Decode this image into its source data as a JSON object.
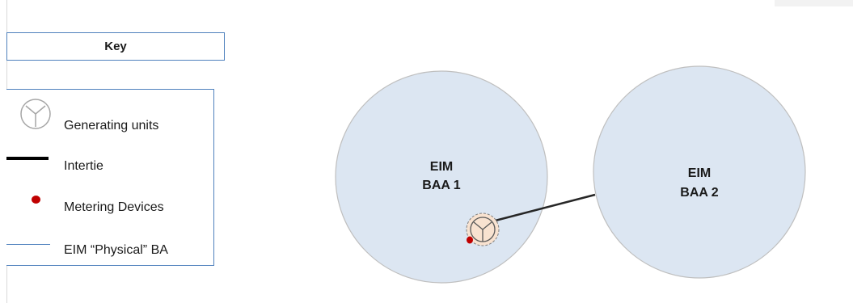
{
  "key": {
    "title": "Key",
    "items": [
      {
        "icon": "generating-unit-icon",
        "label": "Generating units"
      },
      {
        "icon": "intertie-line",
        "label": "Intertie"
      },
      {
        "icon": "metering-device-dot",
        "label": "Metering Devices"
      },
      {
        "icon": "physical-ba-line",
        "label": "EIM “Physical” BA"
      }
    ]
  },
  "areas": [
    {
      "line1": "EIM",
      "line2": "BAA 1"
    },
    {
      "line1": "EIM",
      "line2": "BAA 2"
    }
  ],
  "colors": {
    "area_fill": "#dce6f2",
    "area_border": "#bfbfbf",
    "key_border": "#4f81bd",
    "generator_fill": "#f8e2d0",
    "metering_device": "#c00000",
    "intertie": "#000000"
  }
}
